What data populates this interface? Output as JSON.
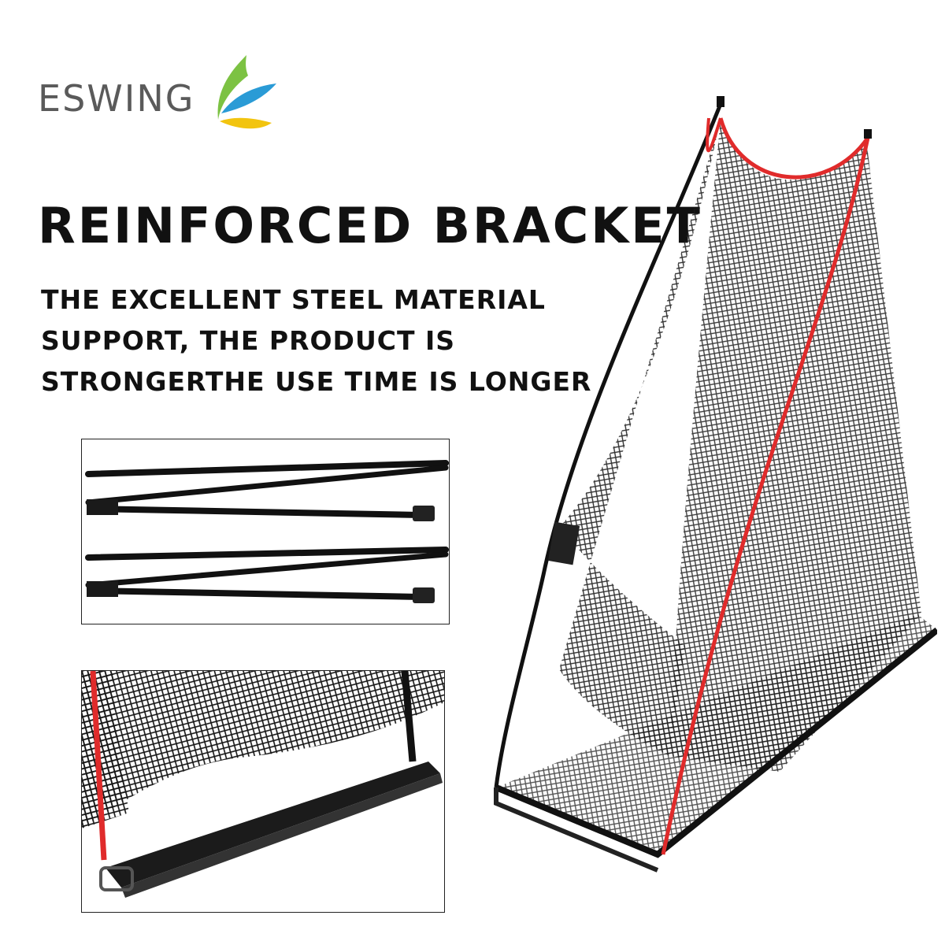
{
  "brand": {
    "name": "ESWING"
  },
  "headline": "REINFORCED BRACKET",
  "subtext": {
    "line1": "THE EXCELLENT STEEL MATERIAL",
    "line2": "SUPPORT, THE PRODUCT IS",
    "line3": "STRONGERTHE USE TIME IS LONGER"
  },
  "icons": {
    "logo": "leaf-mark-icon",
    "poles": "folding-poles-illustration",
    "base": "base-bracket-illustration",
    "net": "practice-net-illustration"
  },
  "colors": {
    "brand_text": "#5a5a5a",
    "leaf_green": "#7cc243",
    "leaf_blue": "#2a9bd6",
    "leaf_yellow": "#f2c40f",
    "net_trim": "#e02b2b"
  }
}
